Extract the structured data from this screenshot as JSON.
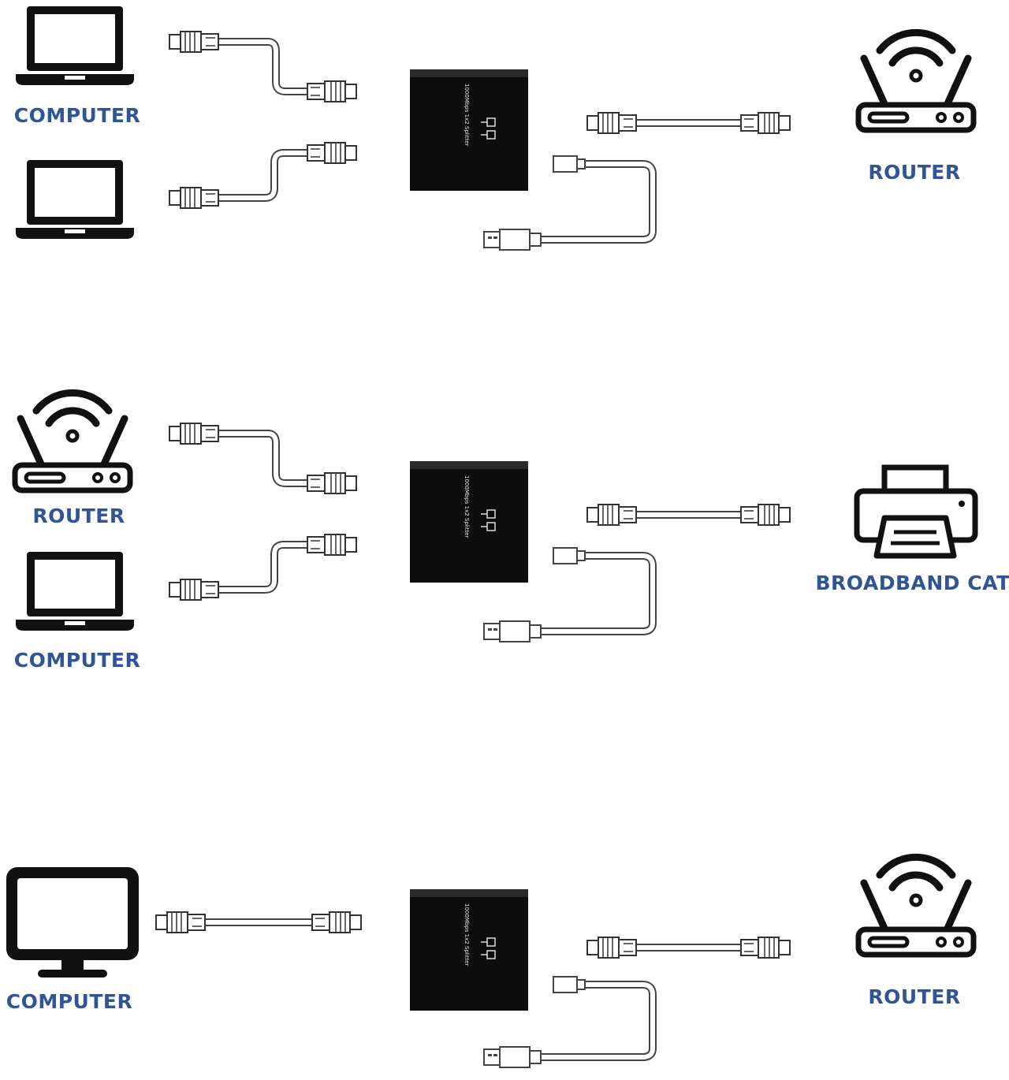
{
  "rows": [
    {
      "left_devices": [
        {
          "icon": "laptop-icon",
          "label": "COMPUTER"
        },
        {
          "icon": "laptop-icon",
          "label": ""
        }
      ],
      "splitter_text": "1000Mbps 1x2 Splitter",
      "right_device": {
        "icon": "router-icon",
        "label": "ROUTER"
      }
    },
    {
      "left_devices": [
        {
          "icon": "router-icon",
          "label": "ROUTER"
        },
        {
          "icon": "laptop-icon",
          "label": "COMPUTER"
        }
      ],
      "splitter_text": "1000Mbps 1x2 Splitter",
      "right_device": {
        "icon": "printer-icon",
        "label": "BROADBAND CAT"
      }
    },
    {
      "left_devices": [
        {
          "icon": "monitor-icon",
          "label": "COMPUTER"
        }
      ],
      "splitter_text": "1000Mbps 1x2 Splitter",
      "right_device": {
        "icon": "router-icon",
        "label": "ROUTER"
      }
    }
  ],
  "colors": {
    "label": "#2f5596",
    "splitter": "#0d0d0d",
    "cable": "#c8c8c8",
    "icon": "#111111"
  }
}
